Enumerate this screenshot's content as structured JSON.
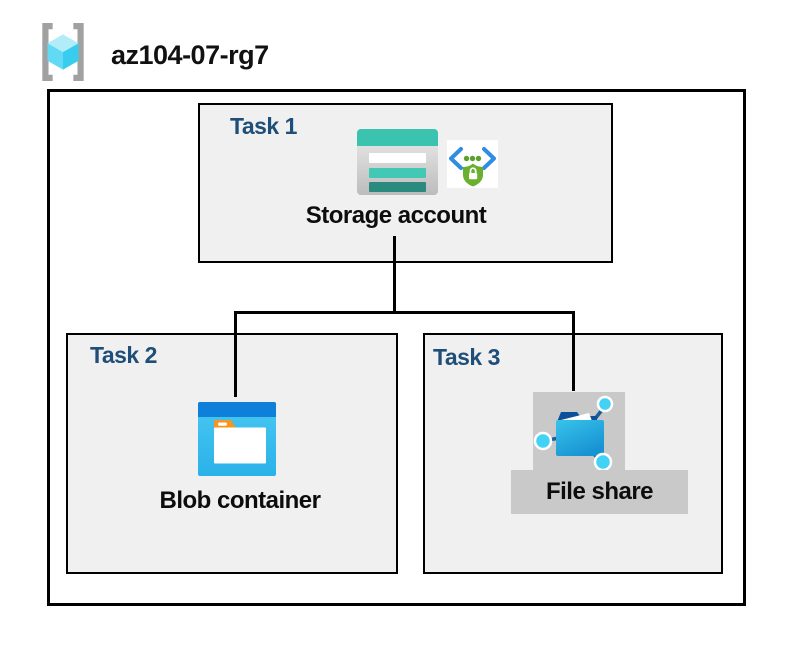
{
  "header": {
    "resource_group": "az104-07-rg7",
    "icon": "resource-group-icon"
  },
  "tasks": [
    {
      "label": "Task 1",
      "resource": "Storage account",
      "icons": [
        "storage-account-icon",
        "secure-endpoint-icon"
      ]
    },
    {
      "label": "Task 2",
      "resource": "Blob container",
      "icons": [
        "blob-container-icon"
      ]
    },
    {
      "label": "Task 3",
      "resource": "File share",
      "icons": [
        "file-share-icon"
      ]
    }
  ],
  "connectors": [
    {
      "from": "storage-account",
      "to": "blob-container"
    },
    {
      "from": "storage-account",
      "to": "file-share"
    }
  ],
  "colors": {
    "task_label": "#1f4e79",
    "box_fill": "#f0f0f0",
    "box_border": "#000000",
    "storage_teal": "#3cc3b0",
    "storage_teal_dark": "#2a8a7d",
    "blob_blue_bar": "#0f80da",
    "blob_body": "#37bcee",
    "folder_orange": "#f5961e",
    "fileshare_gray": "#c9c9c9",
    "fileshare_navy": "#0b5098",
    "node_cyan": "#41d2f6",
    "endpoint_blue": "#2f8ee1",
    "endpoint_green": "#6ab02e",
    "rg_bracket_gray": "#a1a1a1",
    "rg_cube_cyan": "#62daf3"
  }
}
